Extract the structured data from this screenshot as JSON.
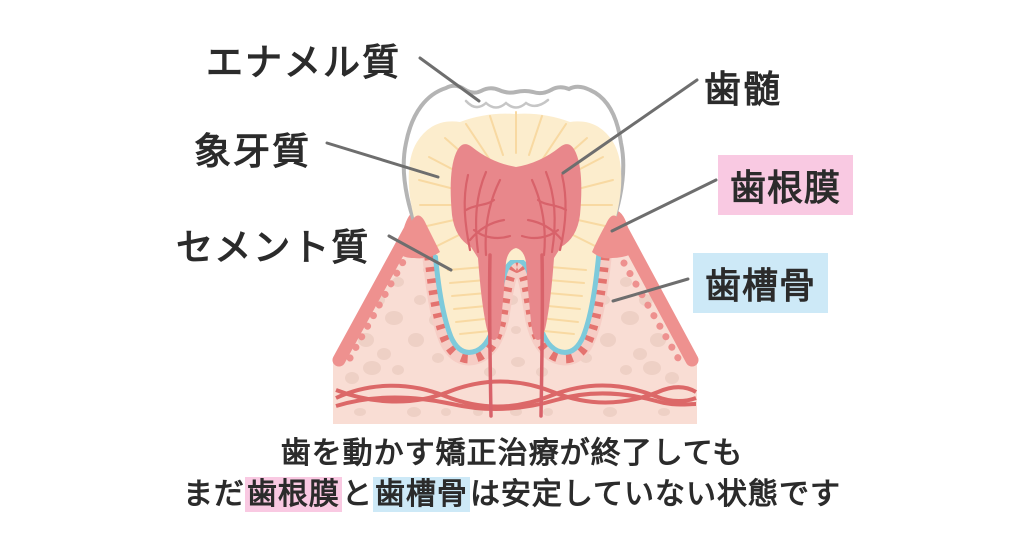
{
  "labels": {
    "enamel": "エナメル質",
    "dentin": "象牙質",
    "cementum": "セメント質",
    "pulp": "歯髄",
    "periodontal_ligament": "歯根膜",
    "alveolar_bone": "歯槽骨"
  },
  "caption": {
    "line1": "歯を動かす矯正治療が終了しても",
    "line2": {
      "prefix": "まだ",
      "pink": "歯根膜",
      "mid": "と",
      "blue": "歯槽骨",
      "suffix": "は安定していない状態です"
    }
  },
  "colors": {
    "text": "#2b2b2b",
    "highlight_pink": "#f9c9e2",
    "highlight_blue": "#cde9f7",
    "enamel_outline": "#b4b4b4",
    "dentin": "#fcedcd",
    "dentin_rays": "#f8d9a2",
    "pulp": "#e8878b",
    "pulp_vessels": "#d8626a",
    "cementum": "#7ecadb",
    "ligament_band": "#f6cdc5",
    "ligament_stripe": "#e4736f",
    "bone_fill": "#f9ddd4",
    "bone_pebble": "#eed0c5",
    "bone_edge": "#ee918f",
    "vessel": "#dc6868",
    "leader_line": "#6e6e6e"
  }
}
